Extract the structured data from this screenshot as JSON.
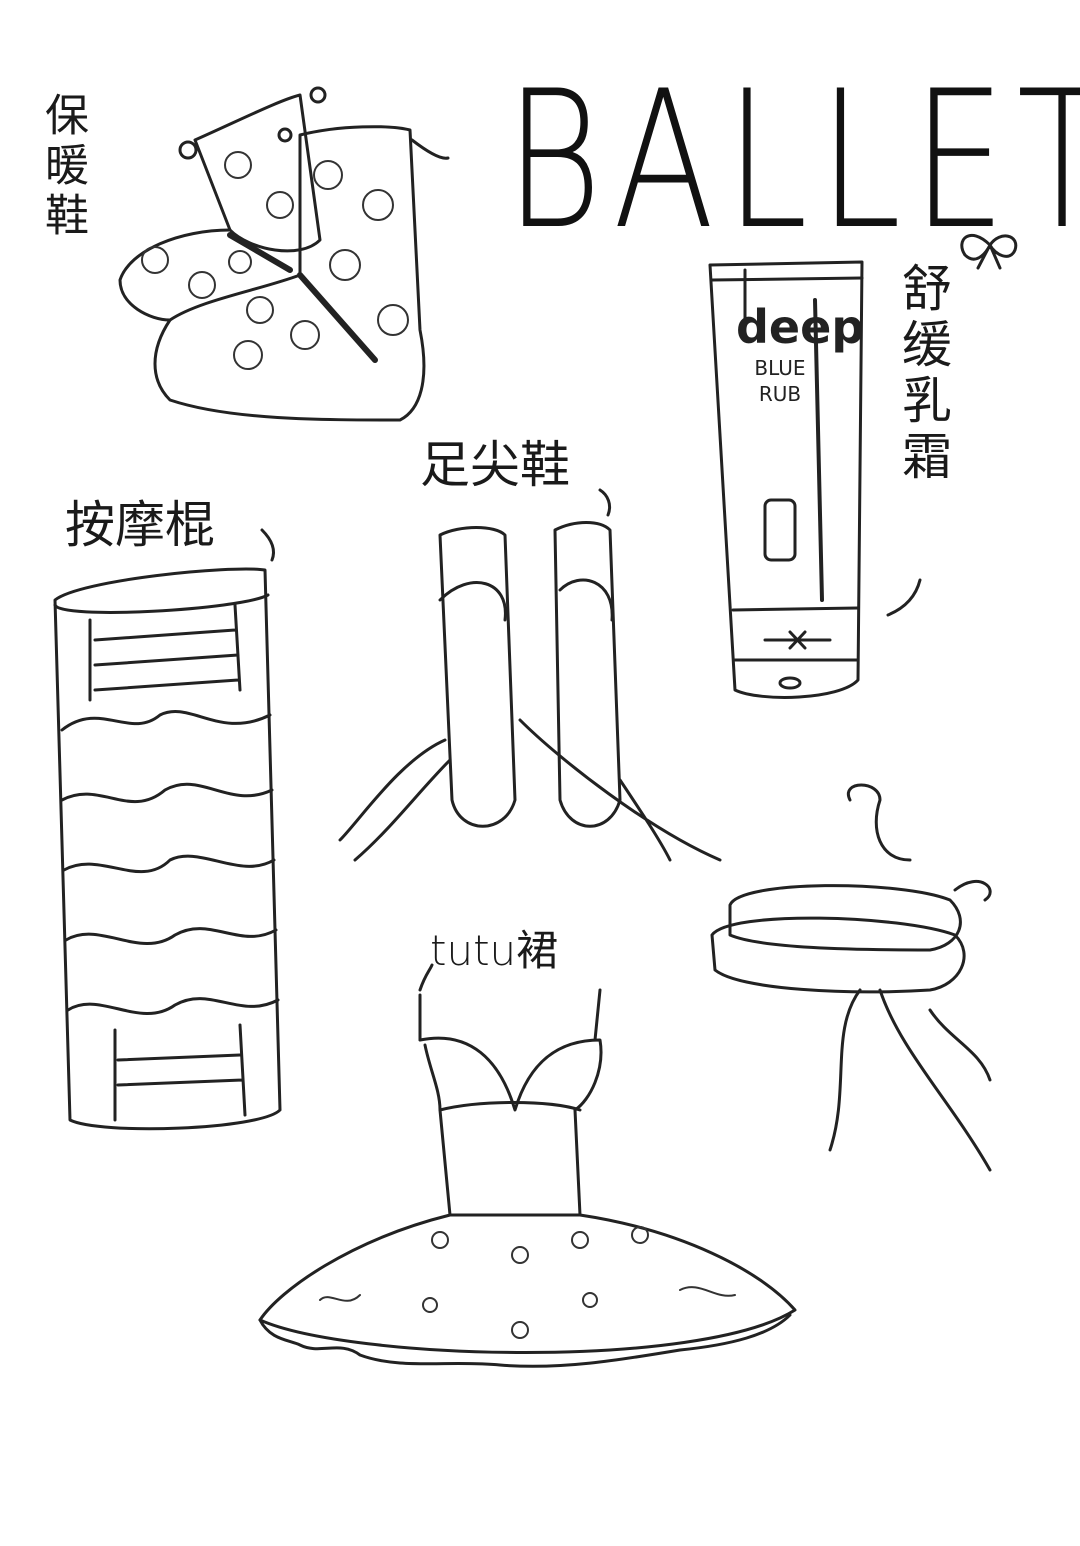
{
  "title": "BALLET",
  "labels": {
    "warm_boots": "保暖鞋",
    "relief_cream": "舒缓乳霜",
    "pointe_shoes": "足尖鞋",
    "massage_roller": "按摩棍",
    "tutu": "tutu裙"
  },
  "cream_tube": {
    "brand": "deep",
    "line1": "BLUE",
    "line2": "RUB"
  },
  "ink_color": "#222222"
}
